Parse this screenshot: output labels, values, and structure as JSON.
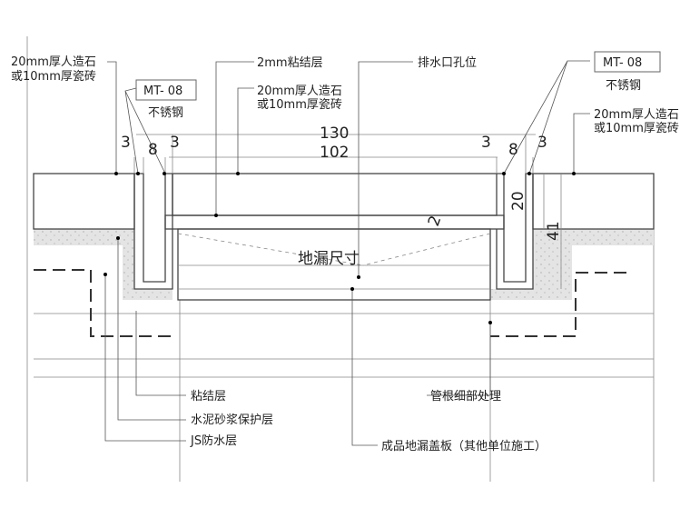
{
  "labels": {
    "stone_left_1": "20mm厚人造石",
    "stone_left_2": "或10mm厚瓷砖",
    "mt_left": "MT- 08",
    "steel_left": "不锈钢",
    "adhesive_2mm": "2mm粘结层",
    "stone_mid_1": "20mm厚人造石",
    "stone_mid_2": "或10mm厚瓷砖",
    "drain_hole": "排水口孔位",
    "mt_right": "MT- 08",
    "steel_right": "不锈钢",
    "stone_right_1": "20mm厚人造石",
    "stone_right_2": "或10mm厚瓷砖",
    "drain_size": "地漏尺寸",
    "adhesive": "粘结层",
    "mortar": "水泥砂浆保护层",
    "js": "JS防水层",
    "pipe_root": "管根细部处理",
    "cover": "成品地漏盖板（其他单位施工）"
  },
  "dims": {
    "d130": "130",
    "d102": "102",
    "l3a": "3",
    "l8": "8",
    "l3b": "3",
    "r3a": "3",
    "r8": "8",
    "r3b": "3",
    "d20": "20",
    "d41": "41",
    "d2": "2"
  }
}
